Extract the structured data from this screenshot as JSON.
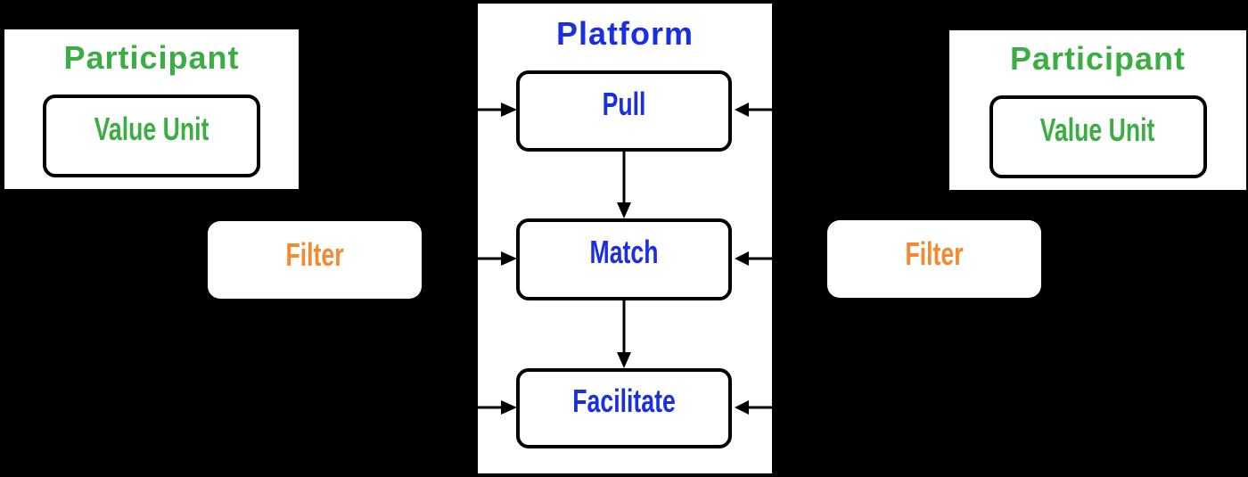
{
  "diagram": {
    "left_participant": {
      "title": "Participant",
      "value_unit_label": "Value Unit"
    },
    "platform": {
      "title": "Platform",
      "stages": [
        {
          "label": "Pull"
        },
        {
          "label": "Match"
        },
        {
          "label": "Facilitate"
        }
      ]
    },
    "right_participant": {
      "title": "Participant",
      "value_unit_label": "Value Unit"
    },
    "left_filter": {
      "label": "Filter"
    },
    "right_filter": {
      "label": "Filter"
    },
    "colors": {
      "participant_green": "#3aad43",
      "platform_blue": "#1b2fe2",
      "filter_orange": "#f6882f",
      "background_black": "#000000",
      "panel_white": "#ffffff",
      "line_black": "#000000"
    }
  }
}
